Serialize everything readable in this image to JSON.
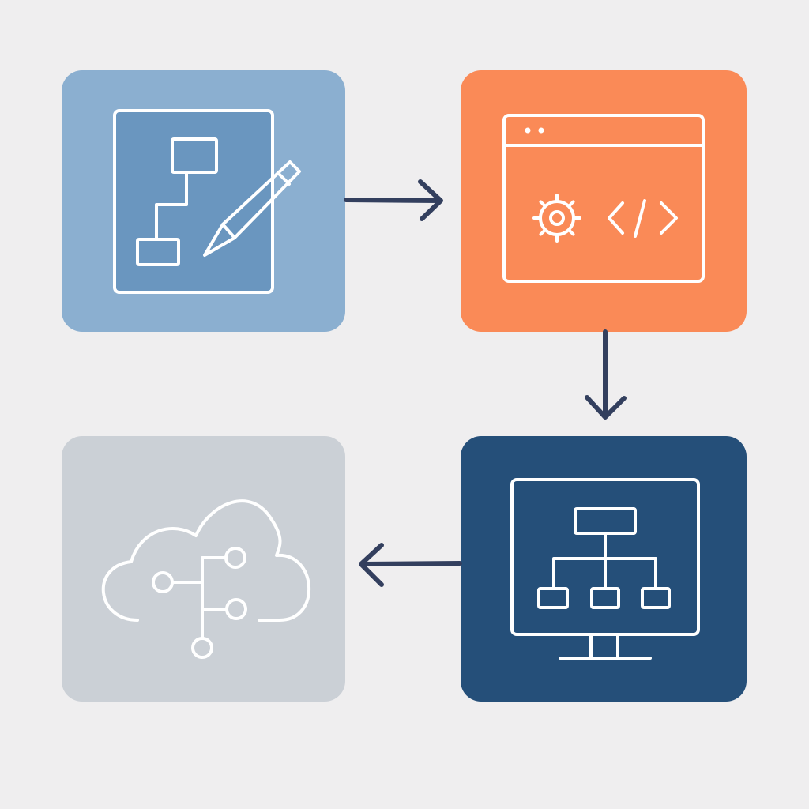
{
  "colors": {
    "background": "#efeeef",
    "design_tile": "#8bafd0",
    "design_panel": "#6a96bf",
    "develop_tile": "#fa8a57",
    "deploy_tile": "#254f79",
    "cloud_tile": "#cbd0d6",
    "icon_stroke": "#ffffff",
    "arrow": "#333f5e"
  },
  "steps": [
    {
      "id": "design",
      "icon": "diagram-pencil-icon"
    },
    {
      "id": "develop",
      "icon": "browser-code-gear-icon"
    },
    {
      "id": "deploy",
      "icon": "monitor-hierarchy-icon"
    },
    {
      "id": "cloud",
      "icon": "cloud-network-icon"
    }
  ],
  "flow": [
    {
      "from": "design",
      "to": "develop",
      "direction": "right"
    },
    {
      "from": "develop",
      "to": "deploy",
      "direction": "down"
    },
    {
      "from": "deploy",
      "to": "cloud",
      "direction": "left"
    }
  ]
}
